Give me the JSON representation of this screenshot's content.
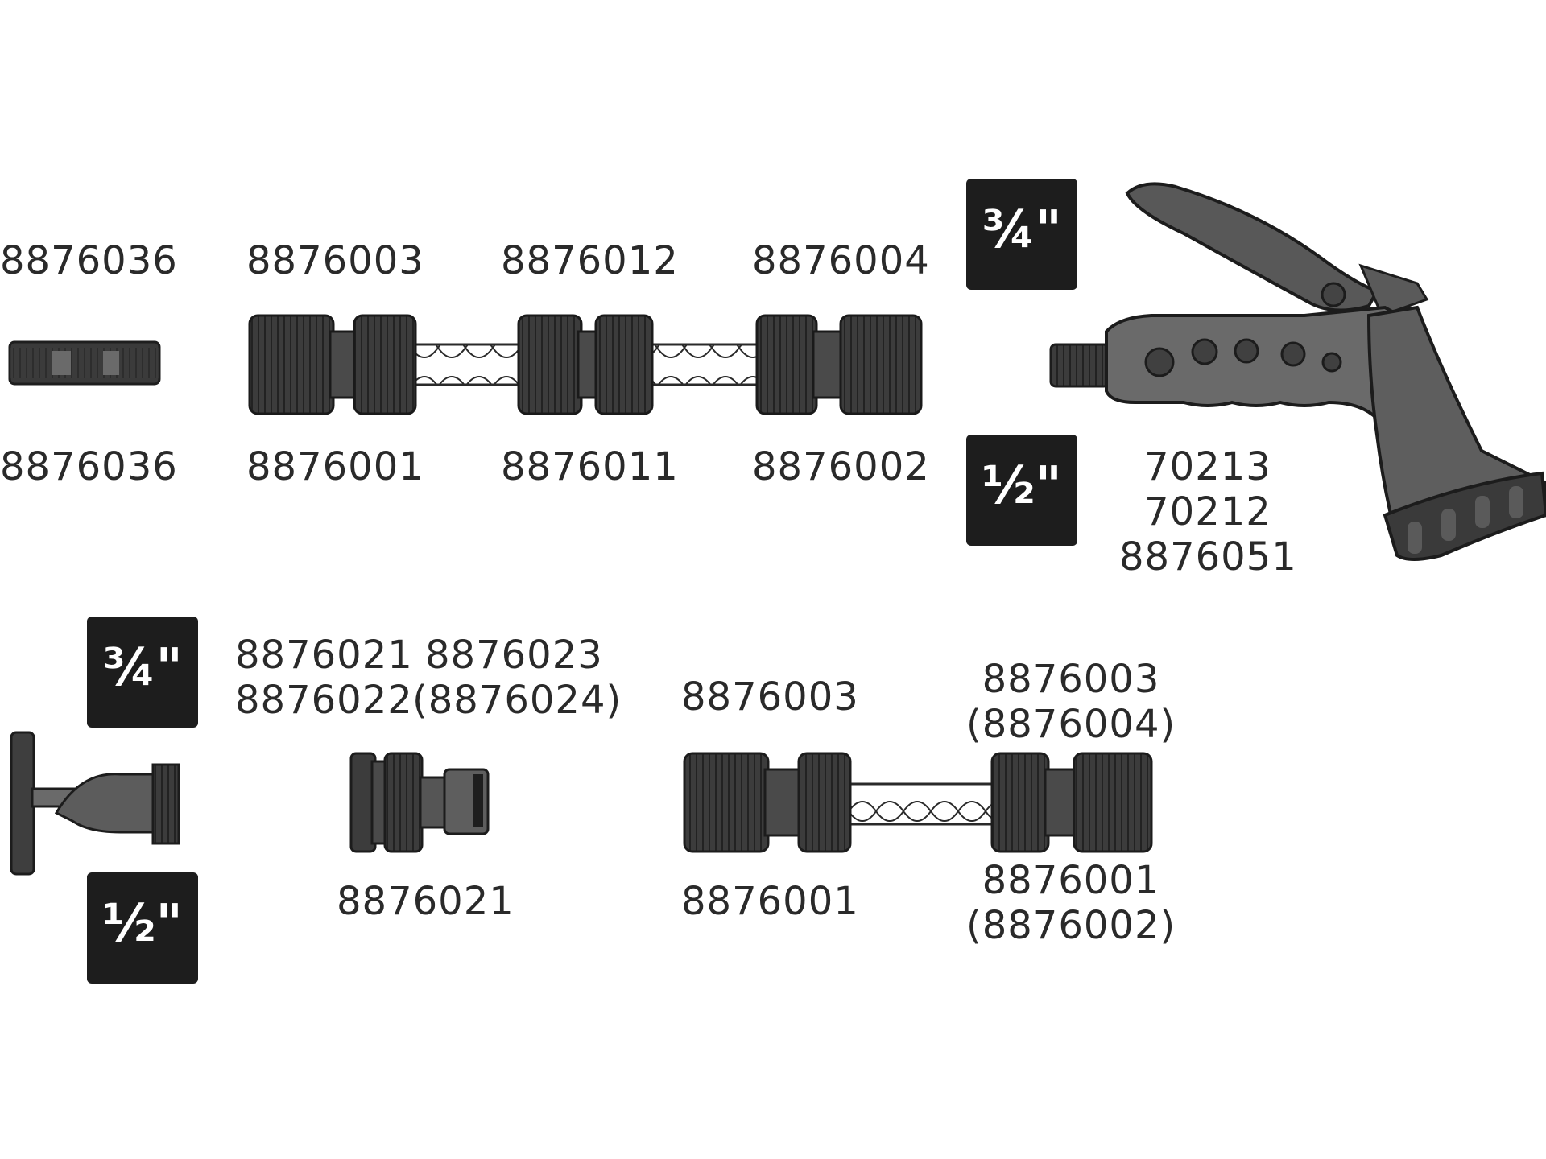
{
  "colors": {
    "ink": "#2a2a2a",
    "part_dark": "#3a3a3a",
    "part_mid": "#555555",
    "part_light": "#8a8a8a",
    "badge": "#1d1d1d",
    "badge_text": "#ffffff"
  },
  "top": {
    "connector_36": {
      "upper": "8876036",
      "lower": "8876036"
    },
    "assembly": {
      "upper": [
        "8876003",
        "8876012",
        "8876004"
      ],
      "lower": [
        "8876001",
        "8876011",
        "8876002"
      ]
    },
    "badge_three_quarter": "¾\"",
    "badge_half": "½\"",
    "spray_gun": [
      "70213",
      "70212",
      "8876051"
    ]
  },
  "bottom": {
    "badge_three_quarter": "¾\"",
    "badge_half": "½\"",
    "tap_adapter": {
      "line1_left": "8876021",
      "line1_right": "8876023",
      "line2_left": "8876022",
      "line2_right": "(8876024)",
      "lower": "8876021"
    },
    "hose_assembly": {
      "left_upper": "8876003",
      "left_lower": "8876001",
      "right_upper": [
        "8876003",
        "(8876004)"
      ],
      "right_lower": [
        "8876001",
        "(8876002)"
      ]
    }
  },
  "icons": [
    "connector-icon",
    "hose-assembly-icon",
    "spray-gun-icon",
    "tap-icon",
    "tap-adapter-icon"
  ]
}
